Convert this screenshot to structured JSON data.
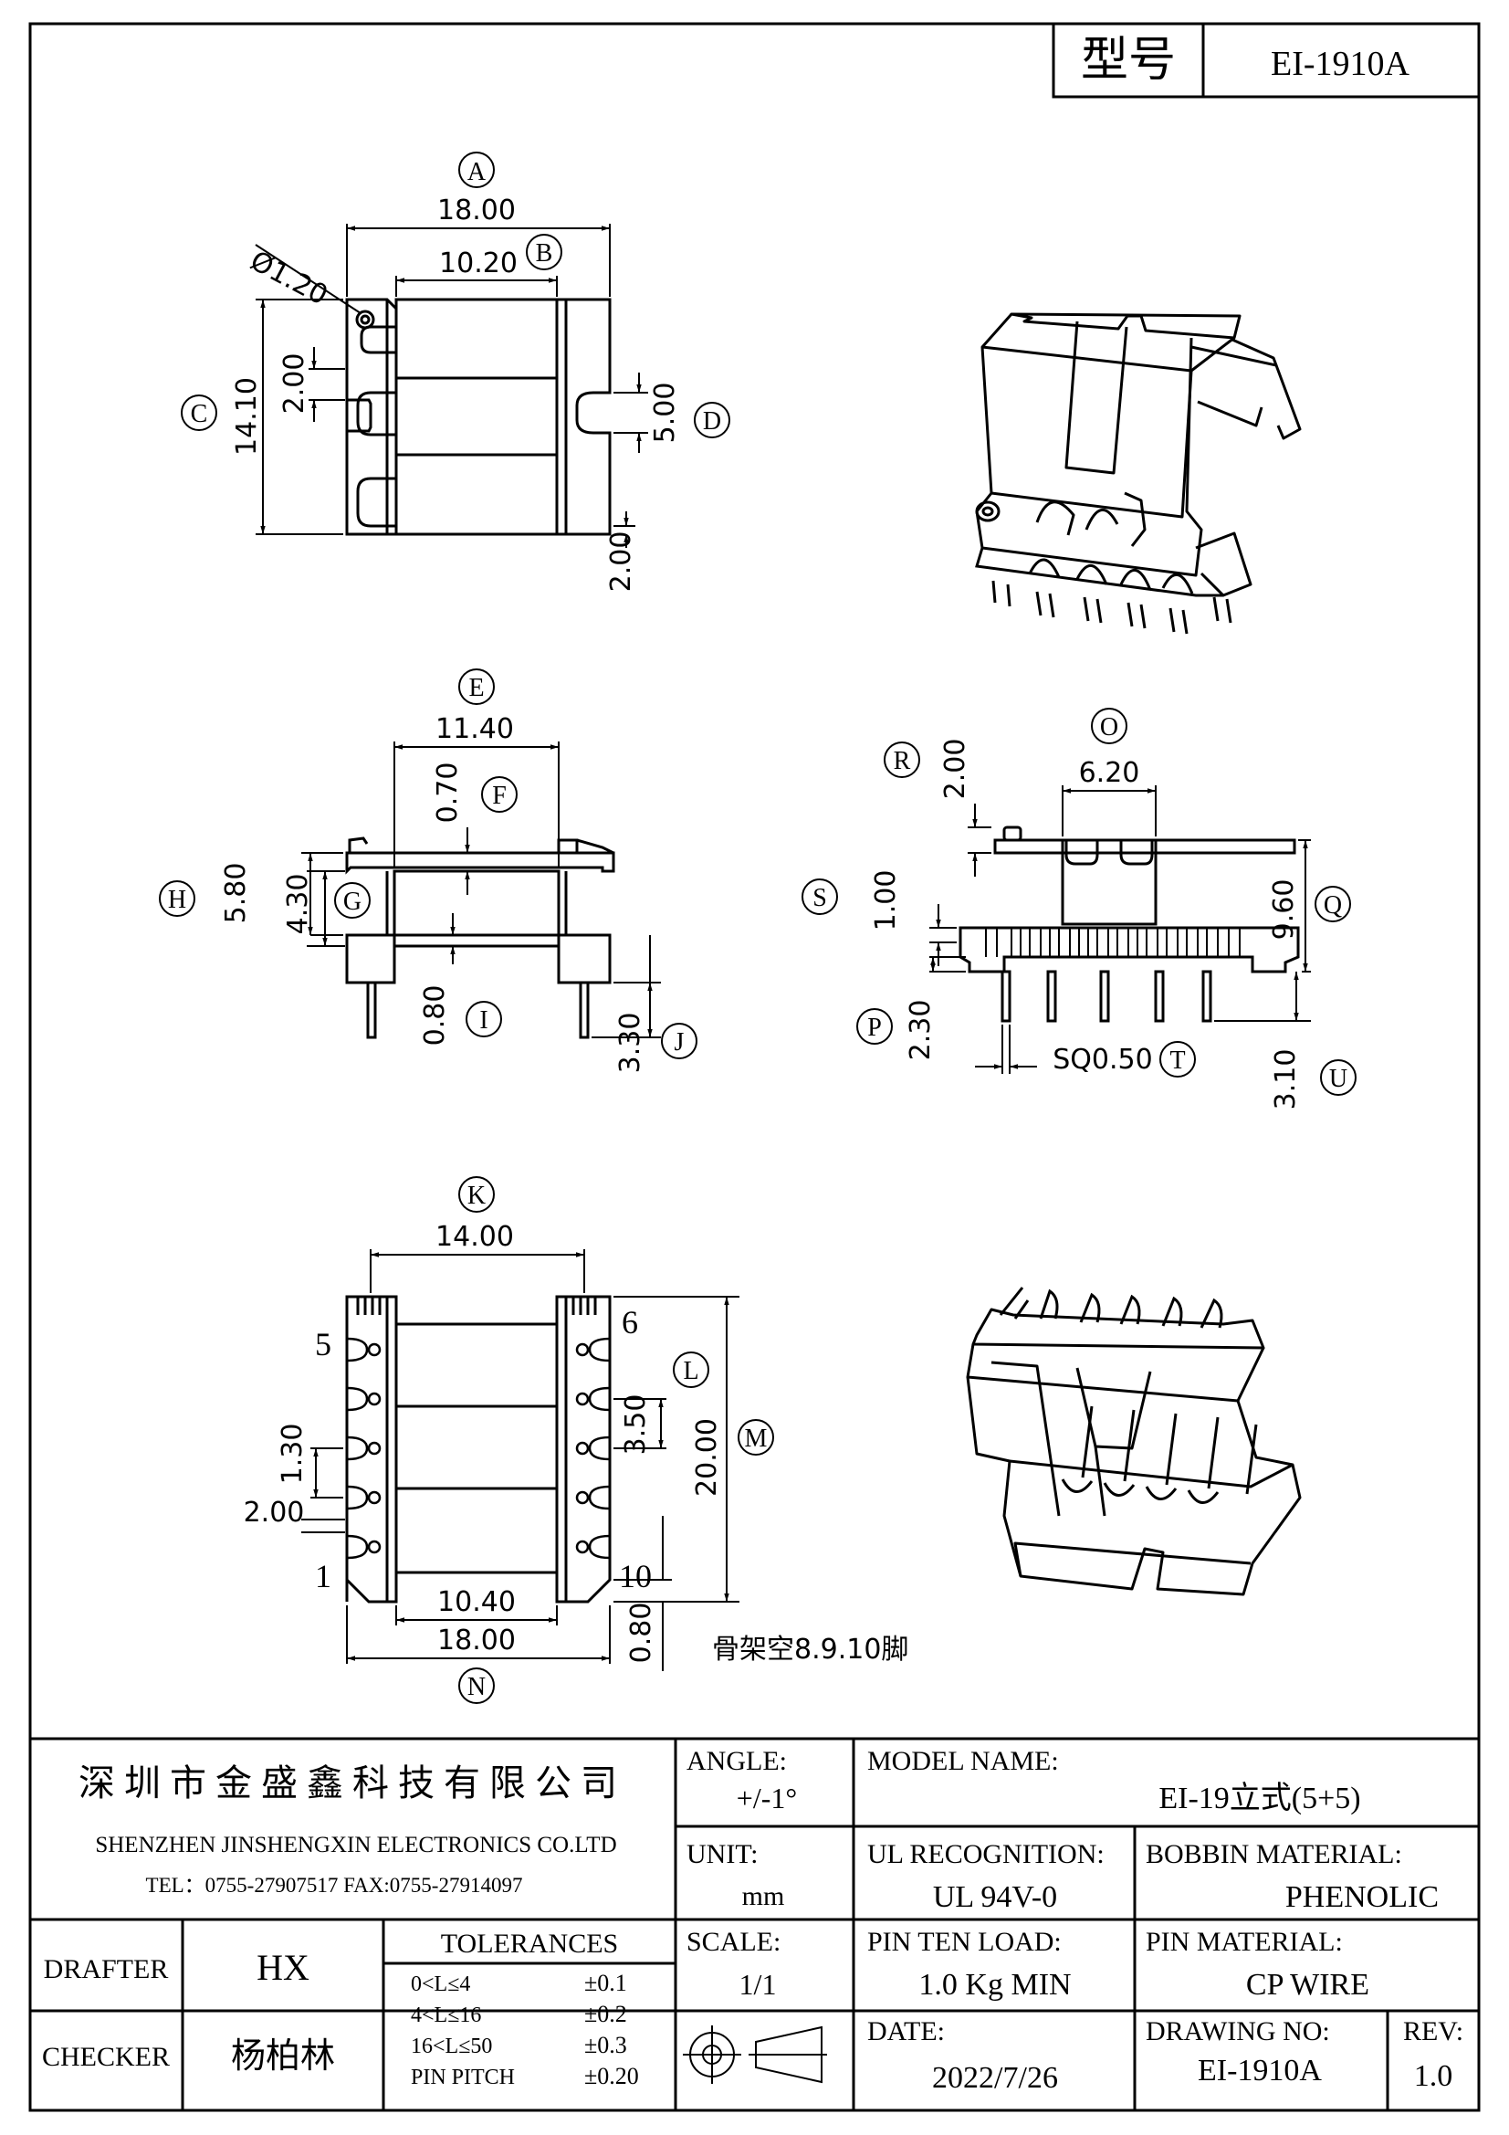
{
  "header": {
    "model_label": "型号",
    "model_value": "EI-1910A"
  },
  "views": {
    "top": {
      "A": {
        "letter": "A",
        "value": "18.00"
      },
      "B": {
        "letter": "B",
        "value": "10.20"
      },
      "C": {
        "letter": "C",
        "value": "14.10"
      },
      "D": {
        "letter": "D",
        "value": "5.00"
      },
      "hole": "Ø1.20",
      "slot_left": "2.00",
      "slot_bottom": "2.00"
    },
    "front": {
      "E": {
        "letter": "E",
        "value": "11.40"
      },
      "F": {
        "letter": "F",
        "value": "0.70"
      },
      "G": {
        "letter": "G",
        "value": "4.30"
      },
      "H": {
        "letter": "H",
        "value": "5.80"
      },
      "I": {
        "letter": "I",
        "value": "0.80"
      },
      "J": {
        "letter": "J",
        "value": "3.30"
      }
    },
    "side": {
      "O": {
        "letter": "O",
        "value": "6.20"
      },
      "R": {
        "letter": "R",
        "value": "2.00"
      },
      "S": {
        "letter": "S",
        "value": "1.00"
      },
      "Q": {
        "letter": "Q",
        "value": "9.60"
      },
      "P": {
        "letter": "P",
        "value": "2.30"
      },
      "T": {
        "letter": "T",
        "value": "SQ0.50"
      },
      "U": {
        "letter": "U",
        "value": "3.10"
      }
    },
    "bottom": {
      "K": {
        "letter": "K",
        "value": "14.00"
      },
      "L": {
        "letter": "L",
        "value": "3.50"
      },
      "M": {
        "letter": "M",
        "value": "20.00"
      },
      "N": {
        "letter": "N",
        "value": "18.00"
      },
      "pitch_label": "1.30",
      "slot_label": "2.00",
      "inner_width": "10.40",
      "pin_offset": "0.80",
      "pin_1": "1",
      "pin_5": "5",
      "pin_6": "6",
      "pin_10": "10"
    },
    "note": "骨架空8.9.10脚"
  },
  "title_block": {
    "company_cn": "深圳市金盛鑫科技有限公司",
    "company_en": "SHENZHEN JINSHENGXIN ELECTRONICS CO.LTD",
    "contact": "TEL：0755-27907517 FAX:0755-27914097",
    "angle_label": "ANGLE:",
    "angle_value": "+/-1°",
    "model_name_label": "MODEL NAME:",
    "model_name_value": "EI-19立式(5+5)",
    "unit_label": "UNIT:",
    "unit_value": "mm",
    "ul_label": "UL RECOGNITION:",
    "ul_value": "UL 94V-0",
    "bobbin_label": "BOBBIN MATERIAL:",
    "bobbin_value": "PHENOLIC",
    "drafter_label": "DRAFTER",
    "drafter_value": "HX",
    "checker_label": "CHECKER",
    "checker_value": "杨柏林",
    "tolerances_label": "TOLERANCES",
    "tolerances": [
      {
        "range": "0<L≤4",
        "tol": "±0.1"
      },
      {
        "range": "4<L≤16",
        "tol": "±0.2"
      },
      {
        "range": "16<L≤50",
        "tol": "±0.3"
      },
      {
        "range": "PIN PITCH",
        "tol": "±0.20"
      }
    ],
    "scale_label": "SCALE:",
    "scale_value": "1/1",
    "pin_load_label": "PIN TEN LOAD:",
    "pin_load_value": "1.0 Kg MIN",
    "pin_material_label": "PIN MATERIAL:",
    "pin_material_value": "CP WIRE",
    "date_label": "DATE:",
    "date_value": "2022/7/26",
    "drawing_no_label": "DRAWING NO:",
    "drawing_no_value": "EI-1910A",
    "rev_label": "REV:",
    "rev_value": "1.0"
  }
}
